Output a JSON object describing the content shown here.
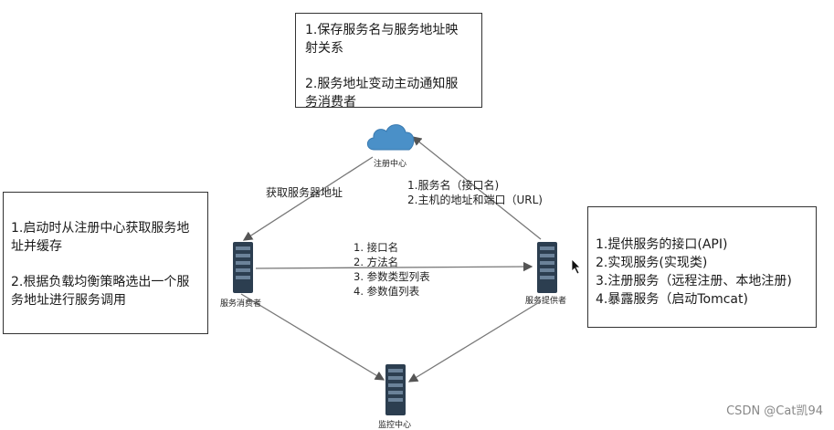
{
  "registry_box": {
    "line1": "1.保存服务名与服务地址映",
    "line2": "射关系",
    "line3": "2.服务地址变动主动通知服",
    "line4": "务消费者"
  },
  "consumer_box": {
    "line1": "1.启动时从注册中心获取服务地",
    "line2": "址并缓存",
    "line3": "2.根据负载均衡策略选出一个服",
    "line4": "务地址进行服务调用"
  },
  "provider_box": {
    "line1": "1.提供服务的接口(API)",
    "line2": "2.实现服务(实现类)",
    "line3": "3.注册服务（远程注册、本地注册)",
    "line4": "4.暴露服务（启动Tomcat)"
  },
  "nodes": {
    "registry": "注册中心",
    "consumer": "服务消费者",
    "provider": "服务提供者",
    "monitor": "监控中心"
  },
  "edges": {
    "fetch_address": "获取服务器地址",
    "register_line1": "1.服务名（接口名)",
    "register_line2": "2.主机的地址和端口（URL)",
    "invoke_items": [
      "1. 接口名",
      "2. 方法名",
      "3. 参数类型列表",
      "4. 参数值列表"
    ]
  },
  "watermark": "CSDN @Cat凯94",
  "colors": {
    "cloud": "#4a90c8",
    "server": "#2c3e50",
    "line": "#777777"
  }
}
